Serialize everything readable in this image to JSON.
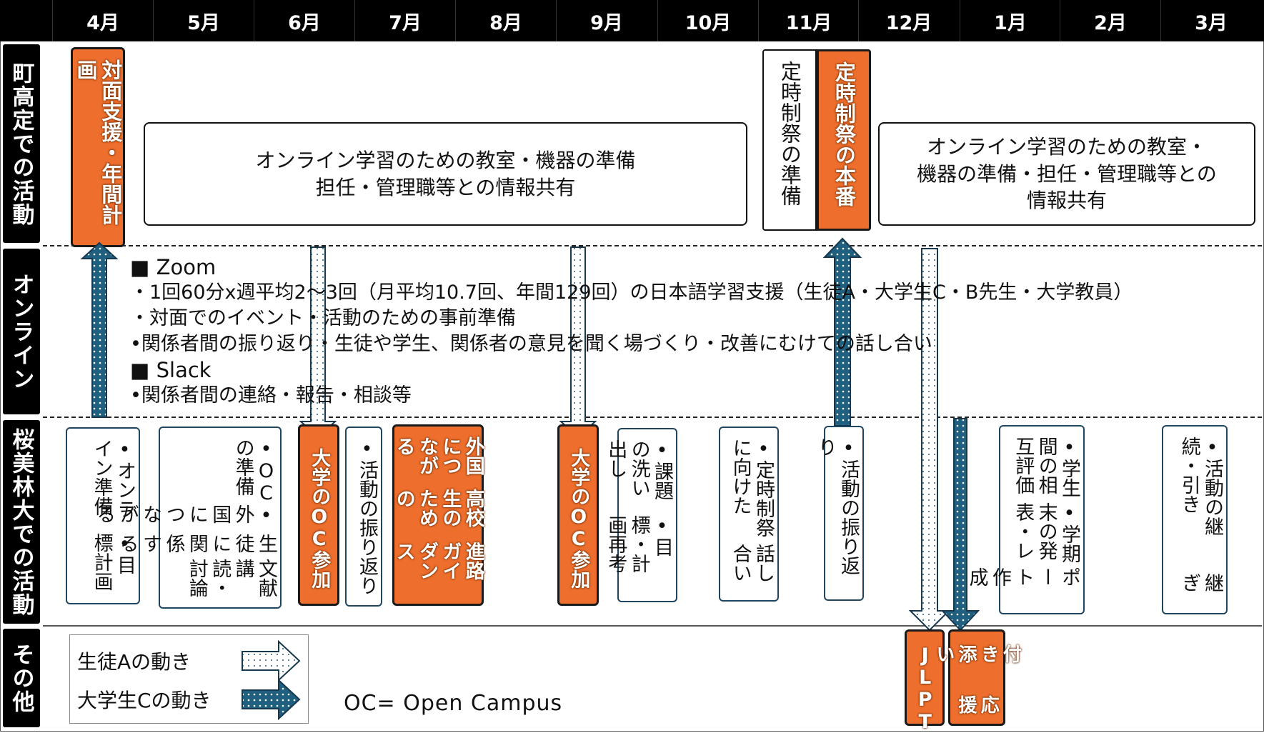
{
  "months": [
    "4月",
    "5月",
    "6月",
    "7月",
    "8月",
    "9月",
    "10月",
    "11月",
    "12月",
    "1月",
    "2月",
    "3月"
  ],
  "rows": {
    "school": "町高定での活動",
    "online": "オンライン",
    "university": "桜美林大での活動",
    "other": "その他"
  },
  "school_row": {
    "face_to_face": "対面支援・年間計画",
    "classroom_prep_1": {
      "line1": "オンライン学習のための教室・機器の準備",
      "line2": "担任・管理職等との情報共有"
    },
    "festival_prep": "定時制祭の準備",
    "festival_main": "定時制祭の本番",
    "classroom_prep_2": {
      "line1": "オンライン学習のための教室・",
      "line2": "機器の準備・担任・管理職等との",
      "line3": "情報共有"
    }
  },
  "online_row": {
    "zoom_heading": "■ Zoom",
    "zoom_items": [
      "・1回60分x週平均2～3回（月平均10.7回、年間129回）の日本語学習支援（生徒A・大学生C・B先生・大学教員）",
      "・対面でのイベント・活動のための事前準備",
      "•関係者間の振り返り・生徒や学生、関係者の意見を聞く場づくり・改善にむけての話し合い"
    ],
    "slack_heading": "■ Slack",
    "slack_items": [
      "•関係者間の連絡・報告・相談等"
    ]
  },
  "university_row": {
    "apr": [
      "•オンライン準備",
      "•目標計画"
    ],
    "may": [
      "•OCの準備",
      "•外国につながる",
      "生徒に関係する",
      "文献講読・討論"
    ],
    "jun_oc": "大学のOC参加",
    "jun_review": "•活動の振り返り",
    "jul_guidance": [
      "外国につながる",
      "高校生のための",
      "進路ガイダンス"
    ],
    "sep_oc": "大学のOC参加",
    "sep_tasks": [
      "•課題の洗い出し",
      "•目標・計画再考"
    ],
    "oct_festival": [
      "•定時制祭に向けた",
      "話し合い"
    ],
    "nov_review": "•活動の振り返り",
    "jan_eval": [
      "•学生間の相互評価",
      "•学期末の発表・レ",
      "ポート作成"
    ],
    "mar_continue": [
      "•活動の継続・引き",
      "継ぎ"
    ]
  },
  "other_row": {
    "legend": {
      "student_a": "生徒Aの動き",
      "student_c": "大学生Cの動き"
    },
    "note": "OC= Open Campus",
    "jlpt": "JLPT",
    "support": [
      "付き添い",
      "応援"
    ]
  },
  "colors": {
    "orange": "#ee6f2d",
    "teal": "#1f5f80",
    "black": "#000000"
  }
}
